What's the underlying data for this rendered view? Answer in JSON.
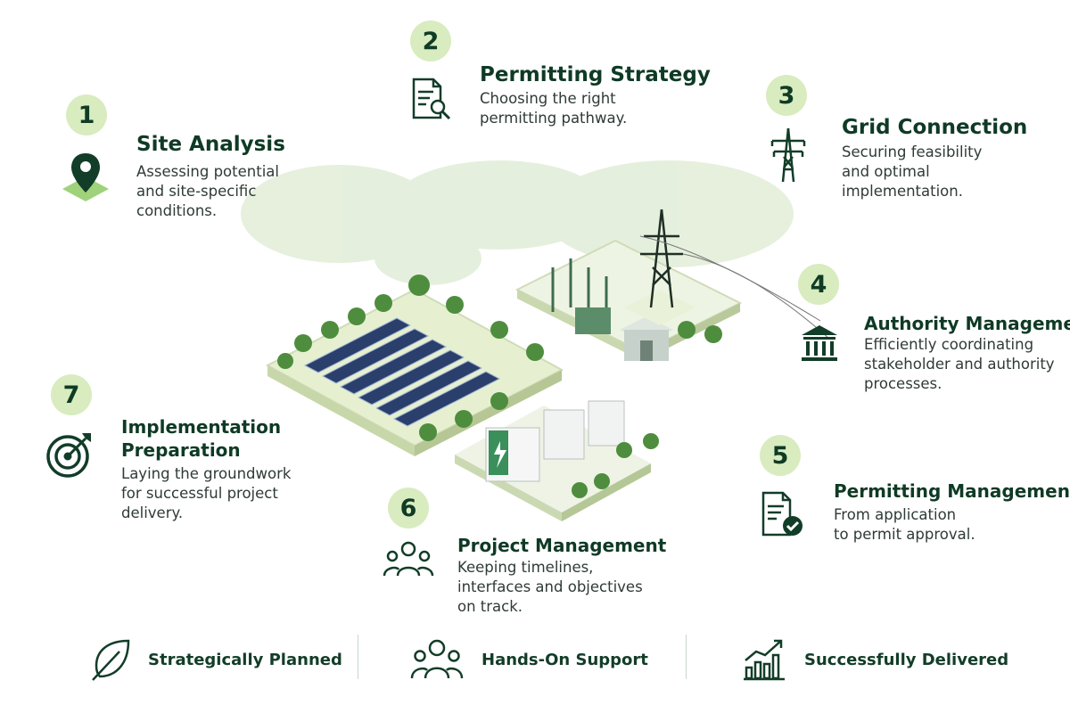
{
  "steps": [
    {
      "number": "1",
      "title": "Site Analysis",
      "desc": [
        "Assessing potential",
        "and site-specific",
        "conditions."
      ],
      "icon": "map-pin-icon"
    },
    {
      "number": "2",
      "title": "Permitting Strategy",
      "desc": [
        "Choosing the right",
        "permitting pathway."
      ],
      "icon": "document-search-icon"
    },
    {
      "number": "3",
      "title": "Grid Connection",
      "desc": [
        "Securing feasibility",
        "and optimal",
        "implementation."
      ],
      "icon": "power-tower-icon"
    },
    {
      "number": "4",
      "title": "Authority Management",
      "desc": [
        "Efficiently coordinating",
        "stakeholder and authority",
        "processes."
      ],
      "icon": "government-building-icon"
    },
    {
      "number": "5",
      "title": "Permitting Management",
      "desc": [
        "From application",
        "to permit approval."
      ],
      "icon": "document-check-icon"
    },
    {
      "number": "6",
      "title": "Project Management",
      "desc": [
        "Keeping timelines,",
        "interfaces and objectives",
        "on track."
      ],
      "icon": "team-icon"
    },
    {
      "number": "7",
      "title": "Implementation\nPreparation",
      "desc": [
        "Laying the groundwork",
        "for successful project",
        "delivery."
      ],
      "icon": "target-icon"
    }
  ],
  "footer": [
    {
      "label": "Strategically Planned",
      "icon": "leaf-icon"
    },
    {
      "label": "Hands-On Support",
      "icon": "people-icon"
    },
    {
      "label": "Successfully Delivered",
      "icon": "growth-chart-icon"
    }
  ],
  "colors": {
    "primary": "#0f3a25",
    "badge": "#d8ecbf",
    "accent": "#6fb34a",
    "panel": "#2a3f6b",
    "land": "#e9f2d7"
  }
}
